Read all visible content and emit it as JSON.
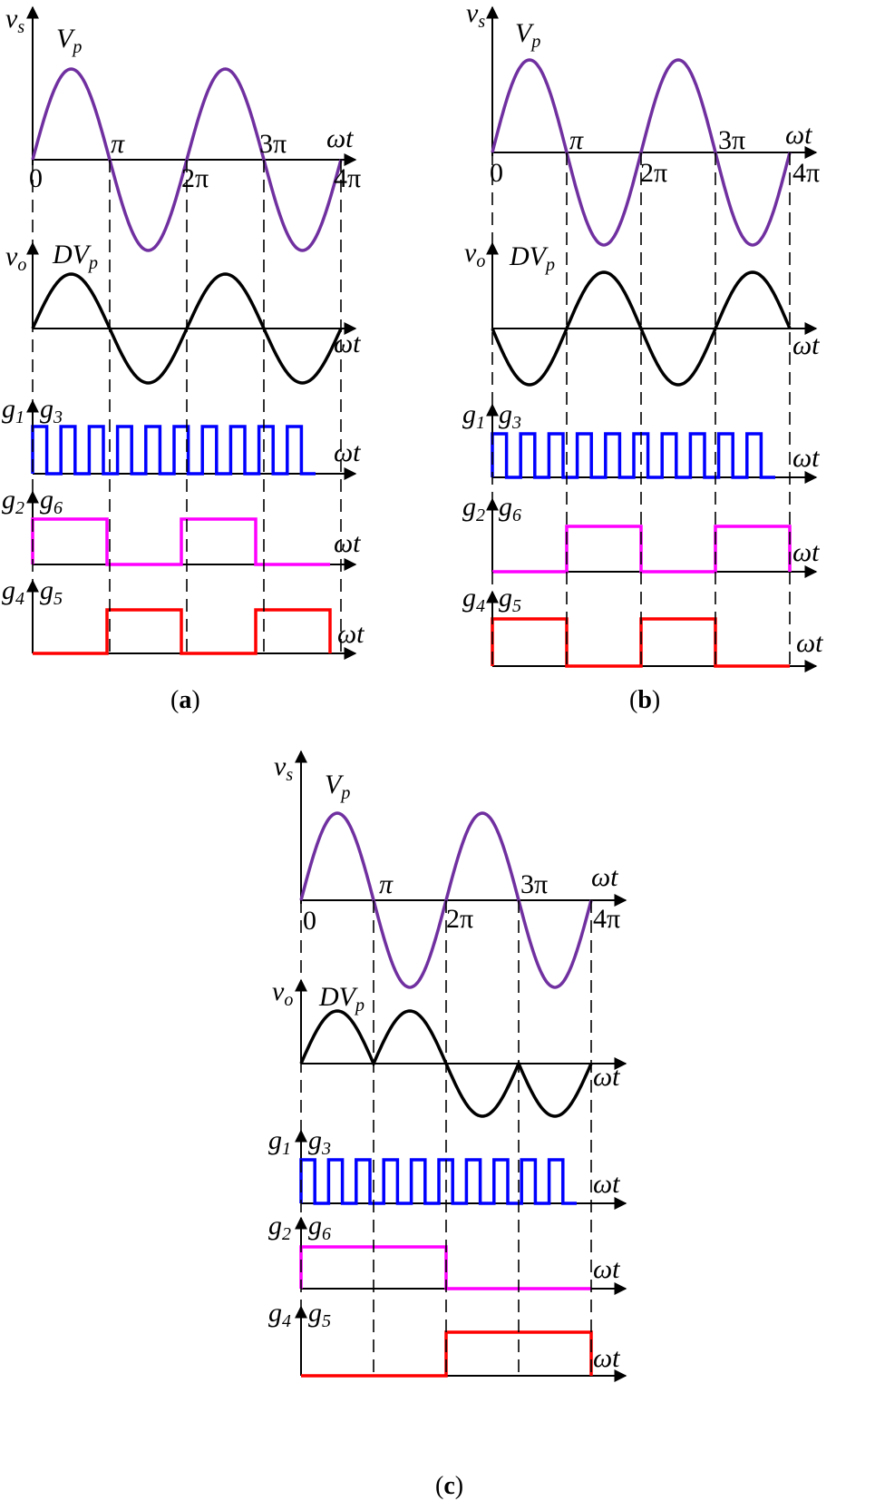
{
  "colors": {
    "vs": "#7030a0",
    "vo": "#000000",
    "g13": "#0000ff",
    "g26": "#ff00ff",
    "g45": "#ff0000"
  },
  "labels": {
    "vs": "v",
    "vs_sub": "s",
    "vp": "V",
    "vp_sub": "p",
    "vo": "v",
    "vo_sub": "o",
    "dvp": "DV",
    "dvp_sub": "p",
    "omega_t": "ωt",
    "g1": "g",
    "g1_sub": "1",
    "g3": "g",
    "g3_sub": "3",
    "g2": "g",
    "g2_sub": "2",
    "g6": "g",
    "g6_sub": "6",
    "g4": "g",
    "g4_sub": "4",
    "g5": "g",
    "g5_sub": "5",
    "tick_0": "0",
    "tick_pi": "π",
    "tick_2pi": "2π",
    "tick_3pi": "3π",
    "tick_4pi": "4π"
  },
  "panels": [
    {
      "id": "a",
      "caption_open": "(",
      "caption_letter": "a",
      "caption_close": ")",
      "vo_mode": "in-phase",
      "g26_high": [
        [
          0,
          1
        ],
        [
          2,
          3
        ]
      ],
      "g45_high": [
        [
          1,
          2
        ],
        [
          3,
          4
        ]
      ]
    },
    {
      "id": "b",
      "caption_open": "(",
      "caption_letter": "b",
      "caption_close": ")",
      "vo_mode": "inverted",
      "g26_high": [
        [
          1,
          2
        ],
        [
          3,
          4
        ]
      ],
      "g45_high": [
        [
          0,
          1
        ],
        [
          2,
          3
        ]
      ]
    },
    {
      "id": "c",
      "caption_open": "(",
      "caption_letter": "c",
      "caption_close": ")",
      "vo_mode": "rectified-then-negative",
      "g26_high": [
        [
          0,
          2
        ]
      ],
      "g45_high": [
        [
          2,
          4
        ]
      ]
    }
  ]
}
